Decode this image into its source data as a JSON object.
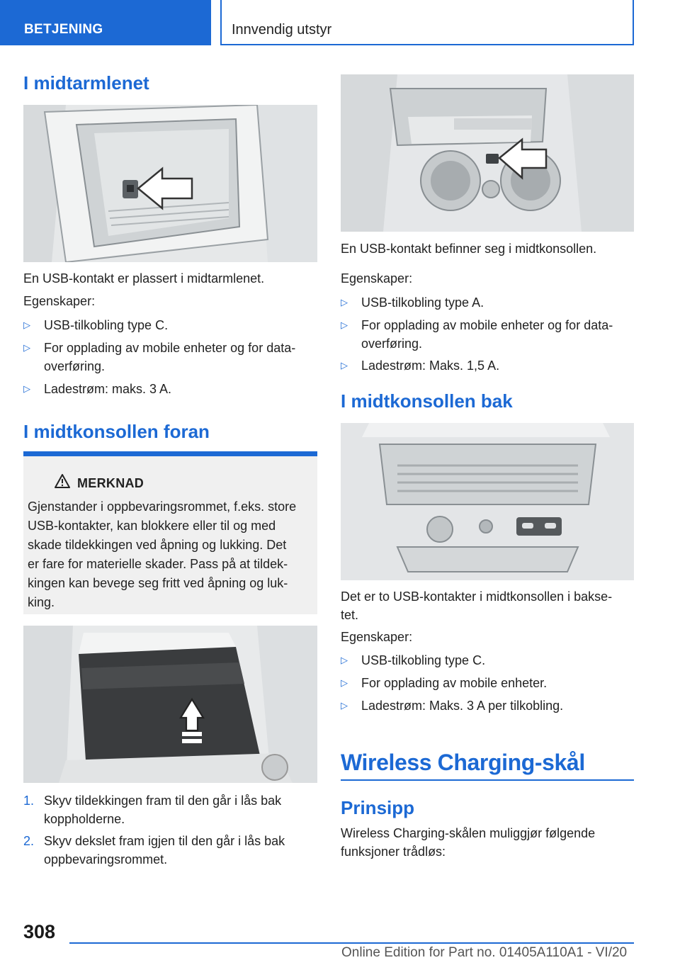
{
  "header": {
    "section": "BETJENING",
    "chapter": "Innvendig utstyr"
  },
  "left": {
    "armrest_heading": "I midtarmlenet",
    "armrest_intro": "En USB-kontakt er plassert i midtarmlenet.",
    "armrest_props_label": "Egenskaper:",
    "armrest_props": [
      "USB-tilkobling type C.",
      [
        "For opplading av mobile enheter og for data-",
        "overføring."
      ],
      "Ladestrøm: maks. 3 A."
    ],
    "front_heading": "I midtkonsollen foran",
    "note": {
      "title": "MERKNAD",
      "lines": [
        "Gjenstander i oppbevaringsrommet, f.eks. store",
        "USB-kontakter, kan blokkere eller til og med",
        "skade tildekkingen ved åpning og lukking. Det",
        "er fare for materielle skader. Pass på at tildek-",
        "kingen kan bevege seg fritt ved åpning og luk-",
        "king."
      ]
    },
    "steps": [
      {
        "num": "1.",
        "lines": [
          "Skyv tildekkingen fram til den går i lås bak",
          "koppholderne."
        ]
      },
      {
        "num": "2.",
        "lines": [
          "Skyv dekslet fram igjen til den går i lås bak",
          "oppbevaringsrommet."
        ]
      }
    ]
  },
  "right": {
    "front_caption": "En USB-kontakt befinner seg i midtkonsollen.",
    "front_props_label": "Egenskaper:",
    "front_props": [
      "USB-tilkobling type A.",
      [
        "For opplading av mobile enheter og for data-",
        "overføring."
      ],
      "Ladestrøm: Maks. 1,5 A."
    ],
    "rear_heading": "I midtkonsollen bak",
    "rear_intro": [
      "Det er to USB-kontakter i midtkonsollen i bakse-",
      "tet."
    ],
    "rear_props_label": "Egenskaper:",
    "rear_props": [
      "USB-tilkobling type C.",
      "For opplading av mobile enheter.",
      "Ladestrøm: Maks. 3 A per tilkobling."
    ],
    "wireless_heading": "Wireless Charging-skål",
    "principle_heading": "Prinsipp",
    "principle_text": [
      "Wireless Charging-skålen muliggjør følgende",
      "funksjoner trådløs:"
    ]
  },
  "bullet_icon": "triangle-right-outline-icon",
  "warning_icon": "warning-triangle-icon",
  "footer": {
    "page_number": "308",
    "edition": "Online Edition for Part no. 01405A110A1 - VI/20"
  },
  "colors": {
    "accent": "#1c69d4",
    "note_bg": "#f0f0f0"
  }
}
